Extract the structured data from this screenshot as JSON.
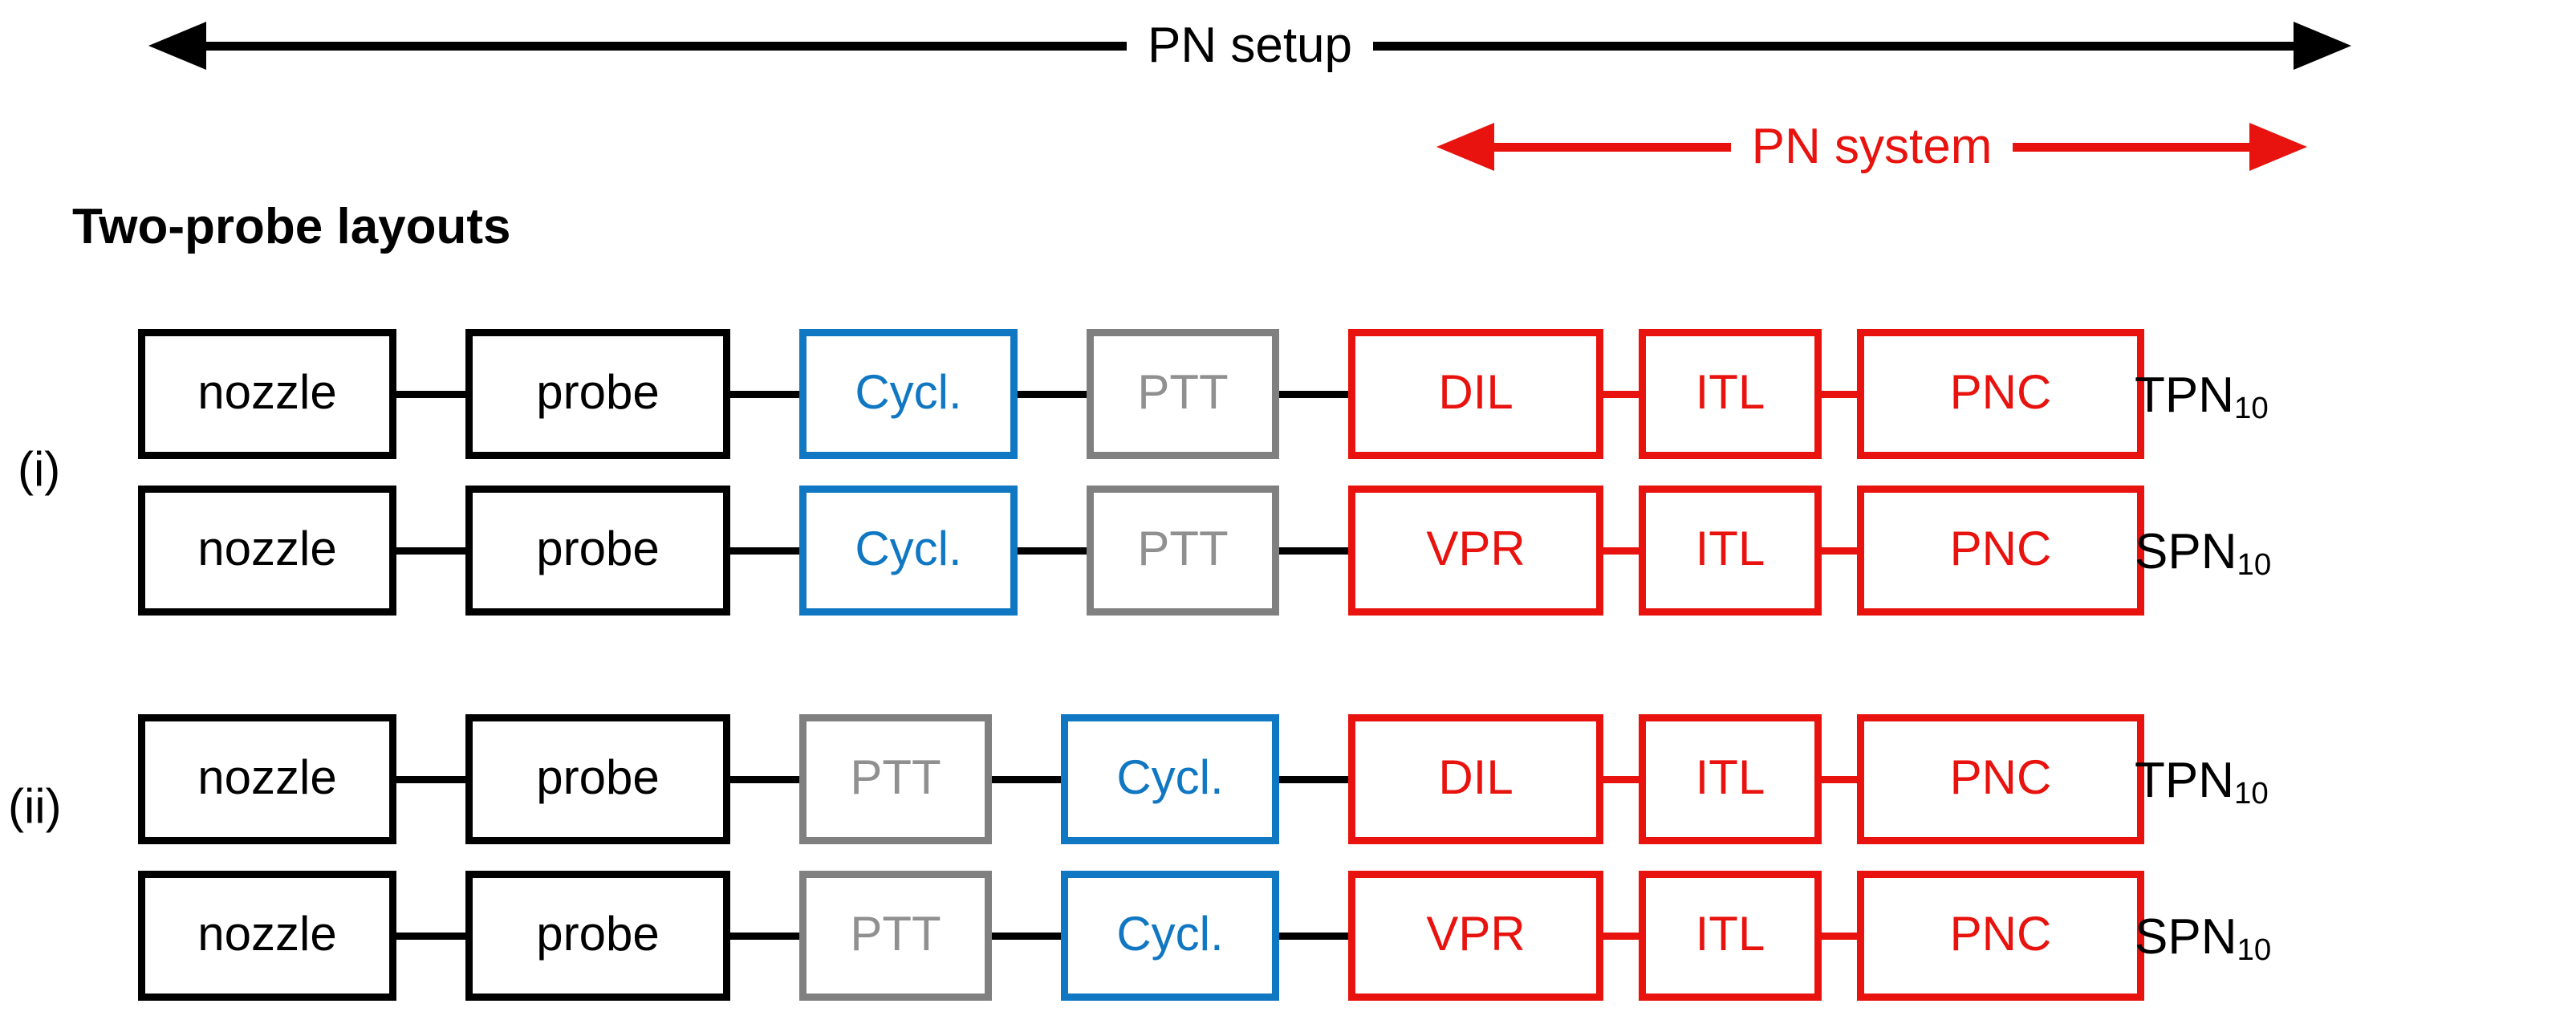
{
  "spans": [
    {
      "id": "pn-setup",
      "label": "PN setup",
      "color": "#000000",
      "left_arrow": true,
      "right_arrow": true
    },
    {
      "id": "pn-system",
      "label": "PN system",
      "color": "#e8130e",
      "left_arrow": true,
      "right_arrow": true
    }
  ],
  "heading": "Two-probe layouts",
  "groups": [
    {
      "index_label": "(i)",
      "rows": [
        {
          "row_label": "TPN",
          "row_label_sub": "10",
          "nodes": [
            {
              "label": "nozzle",
              "color": "black"
            },
            {
              "label": "probe",
              "color": "black"
            },
            {
              "label": "Cycl.",
              "color": "blue"
            },
            {
              "label": "PTT",
              "color": "gray"
            },
            {
              "label": "DIL",
              "color": "red"
            },
            {
              "label": "ITL",
              "color": "red"
            },
            {
              "label": "PNC",
              "color": "red"
            }
          ]
        },
        {
          "row_label": "SPN",
          "row_label_sub": "10",
          "nodes": [
            {
              "label": "nozzle",
              "color": "black"
            },
            {
              "label": "probe",
              "color": "black"
            },
            {
              "label": "Cycl.",
              "color": "blue"
            },
            {
              "label": "PTT",
              "color": "gray"
            },
            {
              "label": "VPR",
              "color": "red"
            },
            {
              "label": "ITL",
              "color": "red"
            },
            {
              "label": "PNC",
              "color": "red"
            }
          ]
        }
      ]
    },
    {
      "index_label": "(ii)",
      "rows": [
        {
          "row_label": "TPN",
          "row_label_sub": "10",
          "nodes": [
            {
              "label": "nozzle",
              "color": "black"
            },
            {
              "label": "probe",
              "color": "black"
            },
            {
              "label": "PTT",
              "color": "gray"
            },
            {
              "label": "Cycl.",
              "color": "blue"
            },
            {
              "label": "DIL",
              "color": "red"
            },
            {
              "label": "ITL",
              "color": "red"
            },
            {
              "label": "PNC",
              "color": "red"
            }
          ]
        },
        {
          "row_label": "SPN",
          "row_label_sub": "10",
          "nodes": [
            {
              "label": "nozzle",
              "color": "black"
            },
            {
              "label": "probe",
              "color": "black"
            },
            {
              "label": "PTT",
              "color": "gray"
            },
            {
              "label": "Cycl.",
              "color": "blue"
            },
            {
              "label": "VPR",
              "color": "red"
            },
            {
              "label": "ITL",
              "color": "red"
            },
            {
              "label": "PNC",
              "color": "red"
            }
          ]
        }
      ]
    }
  ],
  "colors": {
    "black": "#000000",
    "blue": "#1077c3",
    "gray": "#808080",
    "red": "#e8130e"
  }
}
